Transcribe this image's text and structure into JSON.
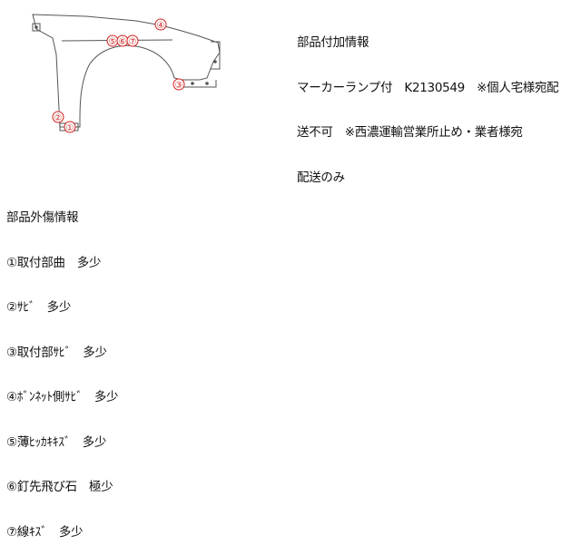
{
  "parts_info": {
    "title": "部品付加情報",
    "lines": [
      "マーカーランプ付　K2130549　※個人宅様宛配",
      "送不可　※西濃運輸営業所止め・業者様宛",
      "配送のみ"
    ]
  },
  "damage_info": {
    "title": "部品外傷情報",
    "items": [
      "①取付部曲　多少",
      "②ｻﾋﾞ　多少",
      "③取付部ｻﾋﾞ　多少",
      "④ﾎﾞﾝﾈｯﾄ側ｻﾋﾞ　多少",
      "⑤薄ﾋｯｶｷｷｽﾞ　多少",
      "⑥釘先飛び石　極少",
      "⑦線ｷｽﾞ　多少"
    ]
  },
  "diagram": {
    "markers": [
      "①",
      "②",
      "③",
      "④",
      "⑤",
      "⑥",
      "⑦"
    ],
    "line_color": "#555555",
    "marker_color": "#d02020"
  }
}
